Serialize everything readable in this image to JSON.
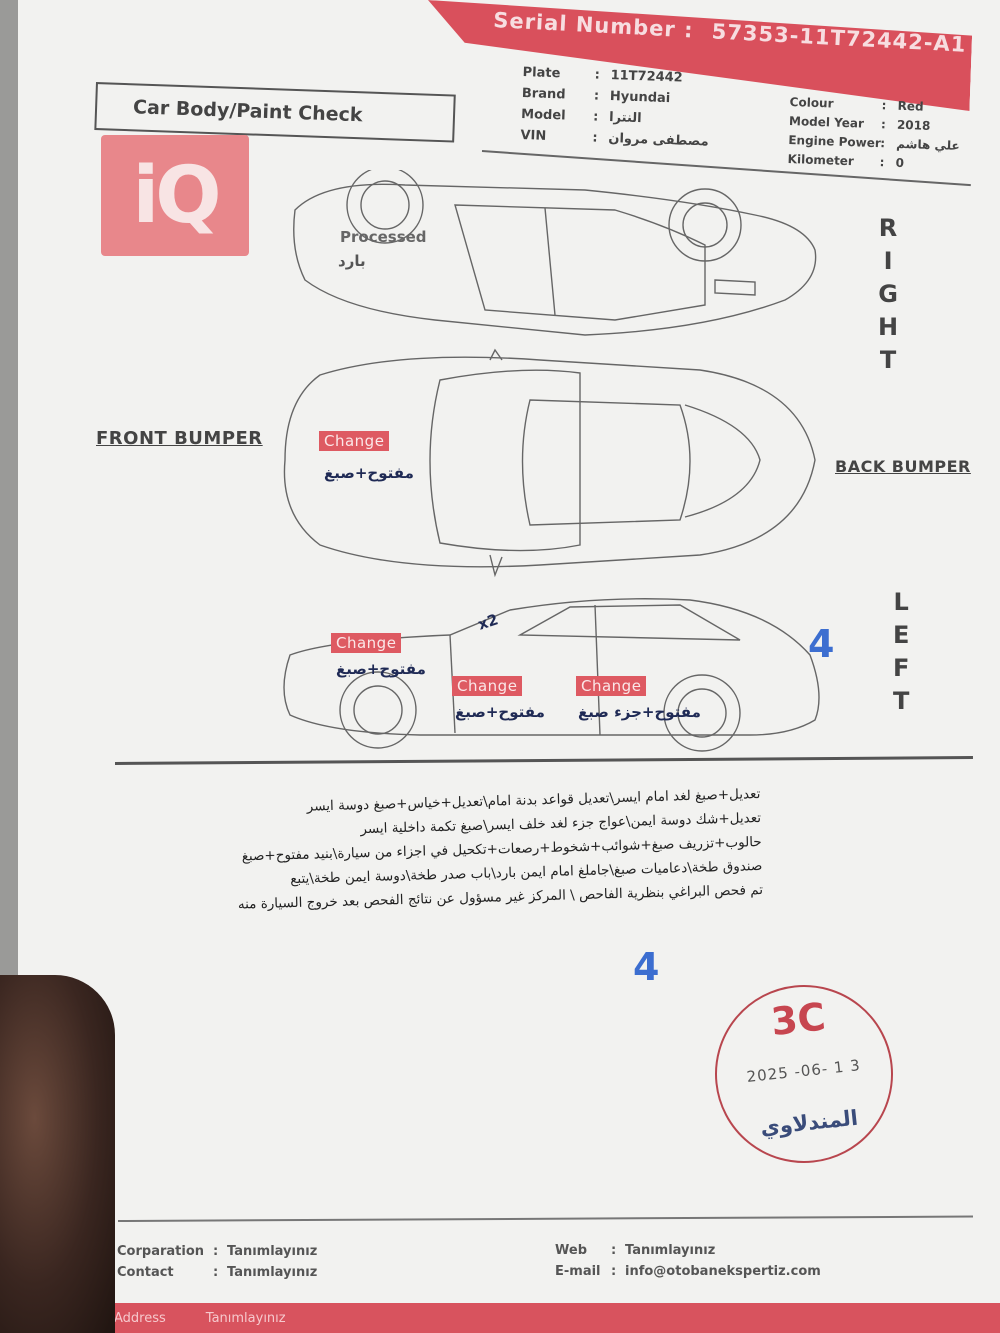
{
  "header": {
    "serial_label": "Serial Number :",
    "serial_value": "57353-11T72442-A1",
    "title": "Car Body/Paint Check",
    "logo_text": "iQ"
  },
  "vehicle_info_left": [
    {
      "key": "Plate",
      "value": "11T72442"
    },
    {
      "key": "Brand",
      "value": "Hyundai"
    },
    {
      "key": "Model",
      "value": "النترا"
    },
    {
      "key": "VIN",
      "value": "مصطفى مروان"
    }
  ],
  "vehicle_info_right": [
    {
      "key": "Colour",
      "value": "Red"
    },
    {
      "key": "Model Year",
      "value": "2018"
    },
    {
      "key": "Engine Power",
      "value": "علي هاشم"
    },
    {
      "key": "Kilometer",
      "value": "0"
    }
  ],
  "diagram": {
    "right_label": [
      "R",
      "I",
      "G",
      "H",
      "T"
    ],
    "left_label": [
      "L",
      "E",
      "F",
      "T"
    ],
    "front_bumper": "FRONT BUMPER",
    "back_bumper": "BACK BUMPER",
    "processed_tag": "Processed",
    "processed_note": "بارد",
    "top_change_tag": "Change",
    "top_change_note": "مفتوح+صبغ",
    "left_tags": [
      {
        "tag": "Change",
        "note": "مفتوح+صبغ"
      },
      {
        "tag": "Change",
        "note": "مفتوح+صبغ"
      },
      {
        "tag": "Change",
        "note": "مفتوح+جزء صبغ"
      }
    ],
    "roof_note": "x2",
    "count_mark": "4"
  },
  "notes": [
    "تعديل+صبغ لغد امام ايسر\\تعديل قواعد بدنة امام\\تعديل+خياس+صبغ دوسة ايسر",
    "تعديل+شك دوسة ايمن\\عواج جزء لغد خلف ايسر\\صبغ تكمة داخلية ايسر",
    "حالوب+تزريف صبغ+شوائب+شخوط+رصعات+تكحيل في اجزاء من سيارة\\بنيد مفتوح+صبغ",
    "صندوق طخة\\دعاميات صبغ\\جاملغ امام ايمن بارد\\باب صدر طخة\\دوسة ايمن طخة\\يتبع",
    "تم فحص البراغي بنظرية الفاحص \\ المركز غير مسؤول عن نتائج الفحص بعد خروج السيارة منه"
  ],
  "handwritten_total": "4",
  "stamp": {
    "code": "3C",
    "date": "2025 -06- 1 3",
    "name": "المندلاوي"
  },
  "footer_left": [
    {
      "key": "Corparation",
      "value": "Tanımlayınız"
    },
    {
      "key": "Contact",
      "value": "Tanımlayınız"
    }
  ],
  "footer_right": [
    {
      "key": "Web",
      "value": "Tanımlayınız"
    },
    {
      "key": "E-mail",
      "value": "info@otobanekspertiz.com"
    }
  ],
  "address": {
    "key": "Address",
    "value": "Tanımlayınız"
  },
  "colors": {
    "accent_red": "#d9505c",
    "ink_blue": "#3c6ed0"
  }
}
